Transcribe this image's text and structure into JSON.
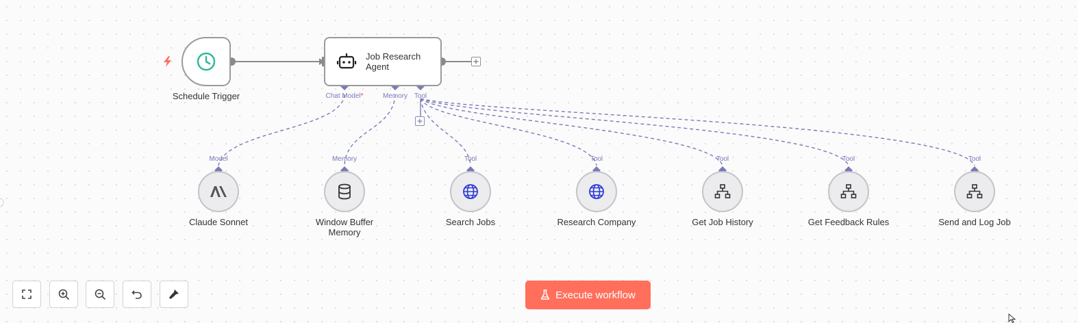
{
  "nodes": {
    "trigger": {
      "label": "Schedule Trigger",
      "icon": "clock-icon"
    },
    "agent": {
      "label": "Job Research Agent",
      "icon": "robot-icon"
    }
  },
  "agent_handles": {
    "chat_model": "Chat Model",
    "chat_model_required": "*",
    "memory": "Memory",
    "tool": "Tool"
  },
  "sub_nodes": [
    {
      "label": "Claude Sonnet",
      "handle": "Model",
      "icon": "anthropic-icon"
    },
    {
      "label": "Window Buffer Memory",
      "handle": "Memory",
      "icon": "database-icon"
    },
    {
      "label": "Search Jobs",
      "handle": "Tool",
      "icon": "globe-icon"
    },
    {
      "label": "Research Company",
      "handle": "Tool",
      "icon": "globe-icon"
    },
    {
      "label": "Get Job History",
      "handle": "Tool",
      "icon": "sitemap-icon"
    },
    {
      "label": "Get Feedback Rules",
      "handle": "Tool",
      "icon": "sitemap-icon"
    },
    {
      "label": "Send and Log Job",
      "handle": "Tool",
      "icon": "sitemap-icon"
    }
  ],
  "toolbar": {
    "buttons": [
      "fit-view-icon",
      "zoom-in-icon",
      "zoom-out-icon",
      "reset-zoom-icon",
      "tidy-up-icon"
    ],
    "execute_label": "Execute workflow"
  },
  "colors": {
    "accent": "#ff6f5c",
    "connector": "#7a7ab8",
    "trigger_icon": "#2fb99b",
    "globe": "#2c3ad6",
    "node_border": "#9a9a9a"
  }
}
